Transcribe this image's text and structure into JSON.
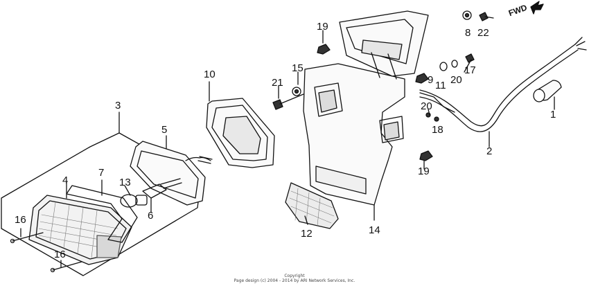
{
  "callouts": {
    "c1": "1",
    "c2": "2",
    "c3": "3",
    "c4": "4",
    "c5": "5",
    "c6": "6",
    "c7": "7",
    "c8": "8",
    "c9": "9",
    "c10": "10",
    "c11": "11",
    "c12": "12",
    "c13": "13",
    "c14": "14",
    "c15": "15",
    "c16a": "16",
    "c16b": "16",
    "c17": "17",
    "c18": "18",
    "c19a": "19",
    "c19b": "19",
    "c20a": "20",
    "c20b": "20",
    "c21": "21",
    "c22": "22"
  },
  "fwd_label": "FWD",
  "copyright": {
    "line1": "Copyright",
    "line2": "Page design (c) 2004 - 2014 by ARI Network Services, Inc."
  },
  "colors": {
    "line": "#111111",
    "background": "#ffffff"
  }
}
